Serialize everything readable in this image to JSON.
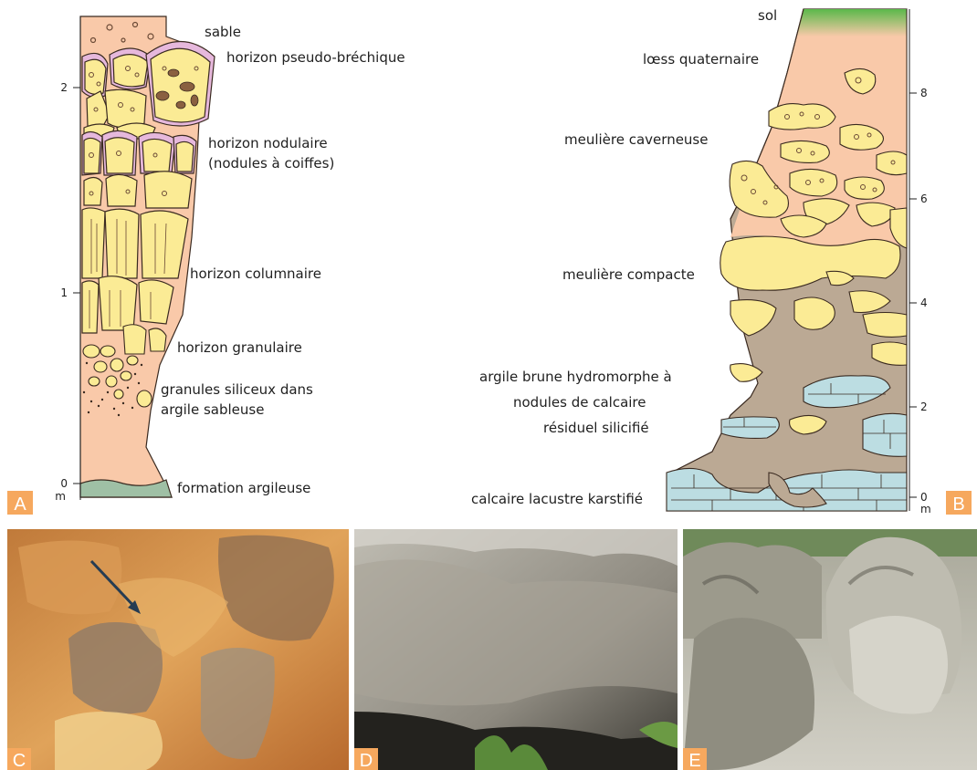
{
  "panels": {
    "A": {
      "letter": "A",
      "scale": {
        "unit": "m",
        "ticks": [
          "0",
          "1",
          "2"
        ]
      },
      "labels": {
        "sable": "sable",
        "pseudo_brechique": "horizon pseudo-bréchique",
        "nodulaire_1": "horizon nodulaire",
        "nodulaire_2": "(nodules à coiffes)",
        "columnaire": "horizon columnaire",
        "granulaire": "horizon granulaire",
        "granules_1": "granules siliceux dans",
        "granules_2": "argile sableuse",
        "formation": "formation argileuse"
      }
    },
    "B": {
      "letter": "B",
      "scale": {
        "unit": "m",
        "ticks": [
          "0",
          "2",
          "4",
          "6",
          "8"
        ]
      },
      "labels": {
        "sol": "sol",
        "loess": "lœss quaternaire",
        "caverneuse": "meulière caverneuse",
        "compacte": "meulière compacte",
        "argile_1": "argile brune hydromorphe à",
        "argile_2": "nodules de calcaire",
        "argile_3": "résiduel silicifié",
        "calcaire": "calcaire lacustre karstifié"
      }
    },
    "C": {
      "letter": "C"
    },
    "D": {
      "letter": "D"
    },
    "E": {
      "letter": "E"
    }
  },
  "colors": {
    "sand": "#f9c9a9",
    "nodule": "#fbeb95",
    "cap": "#e6b8dc",
    "clay_green": "#9fc0a5",
    "brown_clay": "#bba994",
    "limestone": "#bcdde2",
    "soil": "#5ab84a",
    "letter_box": "#f6a85e"
  }
}
